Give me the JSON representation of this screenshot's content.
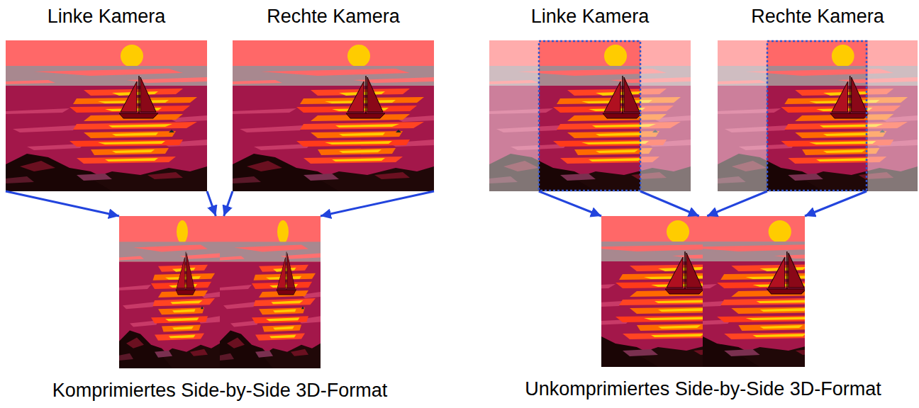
{
  "diagram": {
    "nodes": [
      {
        "text": [
          "Linke Kamera"
        ]
      },
      {
        "text": [
          "Rechte Kamera"
        ]
      },
      {
        "text": [
          "Komprimiertes Side-by-Side 3D-Format"
        ]
      },
      {
        "text": [
          "Linke Kamera"
        ]
      },
      {
        "text": [
          "Rechte Kamera"
        ]
      },
      {
        "text": [
          "Unkomprimiertes Side-by-Side 3D-Format"
        ]
      }
    ],
    "edges": [
      {
        "from": 0,
        "to": 2,
        "arrow": "to"
      },
      {
        "from": 0,
        "to": 2,
        "arrow": "to"
      },
      {
        "from": 1,
        "to": 2,
        "arrow": "to"
      },
      {
        "from": 1,
        "to": 2,
        "arrow": "to"
      },
      {
        "from": 3,
        "to": 5,
        "arrow": "to"
      },
      {
        "from": 3,
        "to": 5,
        "arrow": "to"
      },
      {
        "from": 4,
        "to": 5,
        "arrow": "to"
      },
      {
        "from": 4,
        "to": 5,
        "arrow": "to"
      }
    ]
  }
}
